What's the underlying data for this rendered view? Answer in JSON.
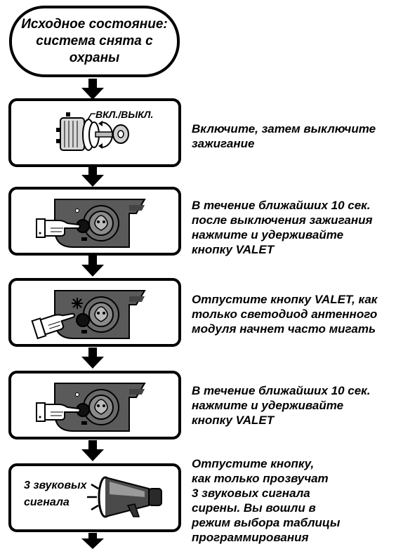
{
  "start": {
    "text": "Исходное состояние:\nсистема снята с\nохраны"
  },
  "steps": [
    {
      "icon": "ignition-key-icon",
      "icon_label": "ВКЛ./ВЫКЛ.",
      "text": "Включите, затем выключите\nзажигание"
    },
    {
      "icon": "antenna-module-press-icon",
      "text": "В течение ближайших 10 сек.\nпосле выключения зажигания\nнажмите и удерживайте\nкнопку VALET"
    },
    {
      "icon": "antenna-module-release-led-icon",
      "text": "Отпустите кнопку VALET, как\nтолько светодиод антенного\nмодуля начнет часто мигать"
    },
    {
      "icon": "antenna-module-press-icon",
      "text": "В течение ближайших 10 сек.\nнажмите и удерживайте\nкнопку VALET"
    },
    {
      "icon": "siren-horn-icon",
      "icon_label": "3 звуковых\nсигнала",
      "text": "Отпустите кнопку,\nкак только прозвучат\n3 звуковых сигнала\nсирены. Вы вошли в\nрежим выбора таблицы\nпрограммирования"
    }
  ]
}
